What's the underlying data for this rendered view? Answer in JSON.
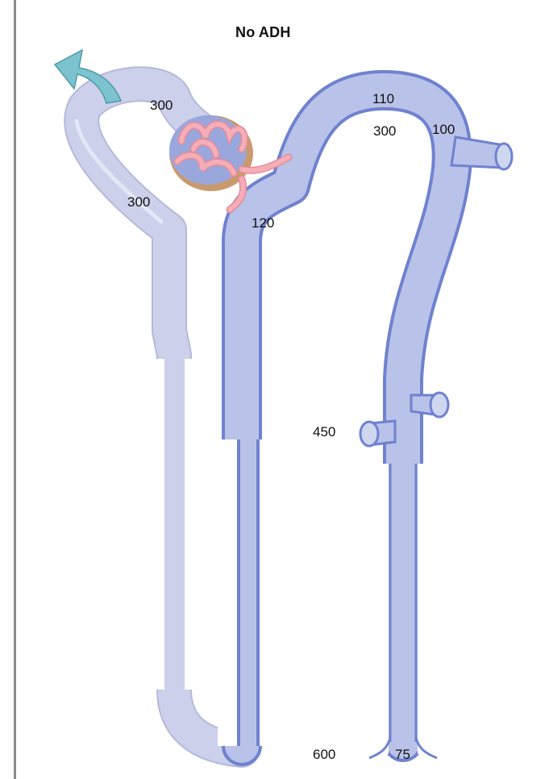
{
  "title": "No ADH",
  "labels": {
    "proximal_tubule_near_glomerulus": "300",
    "proximal_tubule_descending": "300",
    "thick_ascending_limb": "120",
    "distal_tubule_top": "110",
    "distal_tubule_inner": "300",
    "early_collecting_duct": "100",
    "medullary_interstitium_mid": "450",
    "medullary_interstitium_deep": "600",
    "final_urine": "75"
  },
  "colors": {
    "thin_tubule_fill": "#ccd0ea",
    "thick_tubule_fill": "#b9c2e8",
    "thick_tubule_outline": "#6f82cf",
    "reabsorption_arrow": "#7cc3cf",
    "capillary_tuft": "#f4aeb8",
    "bowman_capsule": "#c99a6e"
  }
}
